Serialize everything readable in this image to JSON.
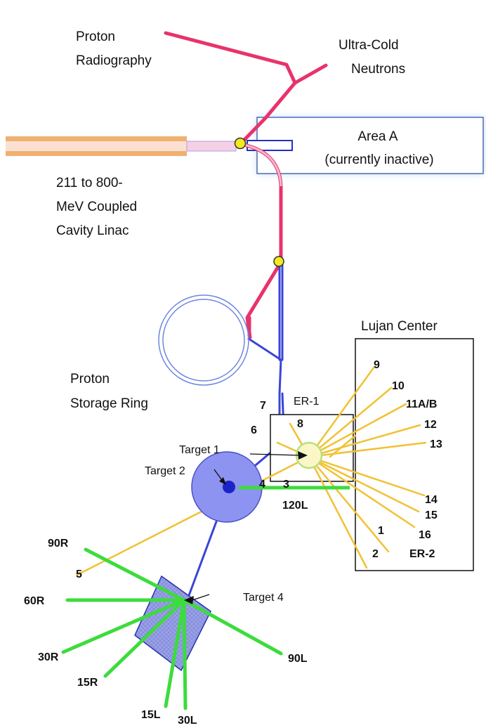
{
  "labels": {
    "proton_radiography": [
      "Proton",
      "Radiography"
    ],
    "ultra_cold_neutrons": [
      "Ultra-Cold",
      "Neutrons"
    ],
    "area_a": [
      "Area A",
      "(currently inactive)"
    ],
    "linac": [
      "211 to 800-",
      "MeV Coupled",
      "Cavity Linac"
    ],
    "storage_ring": [
      "Proton",
      "Storage Ring"
    ],
    "lujan_center": "Lujan Center",
    "er1": "ER-1",
    "er2": "ER-2",
    "target1": "Target 1",
    "target2": "Target 2",
    "target4": "Target 4"
  },
  "er1_flight_paths": [
    "1",
    "2",
    "3",
    "4",
    "5",
    "6",
    "7",
    "8",
    "9",
    "10",
    "11A/B",
    "12",
    "13",
    "14",
    "15",
    "16"
  ],
  "target2_flight_path": "120L",
  "target4_flight_paths": [
    "90R",
    "60R",
    "30R",
    "15R",
    "15L",
    "30L",
    "90L"
  ],
  "colors": {
    "beamline_pink": "#e8336b",
    "beamline_blue": "#3a44d8",
    "flight_path_yellow": "#f2c132",
    "flight_path_green": "#3cdc3c",
    "linac_orange": "#f0b070",
    "marker_yellow": "#f2ea1c",
    "target2_fill": "#8d93f0",
    "target4_fill": "#9ba2e6",
    "area_a_glow": "#bcd6f7"
  }
}
